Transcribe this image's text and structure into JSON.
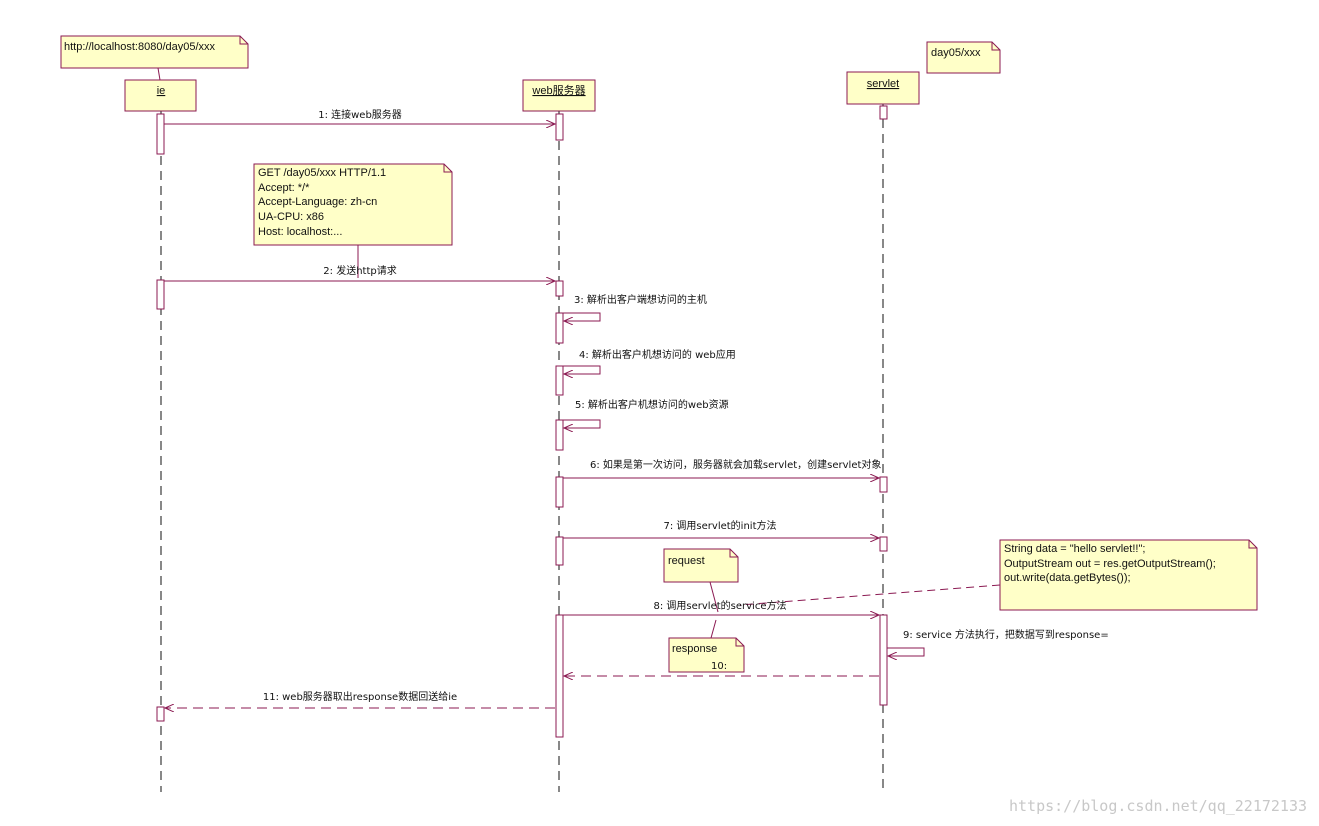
{
  "colors": {
    "line": "#8b1a52",
    "note_fill": "#ffffc8",
    "note_stroke": "#8b1a52",
    "lifeline": "#111111",
    "activation_fill": "#ffffff"
  },
  "notes": {
    "url_note": "http://localhost:8080/day05/xxx",
    "path_note": "day05/xxx",
    "http_request_note": [
      "GET /day05/xxx HTTP/1.1",
      "Accept: */*",
      "Accept-Language: zh-cn",
      "UA-CPU: x86",
      "Host: localhost:..."
    ],
    "code_note": [
      "String data = \"hello servlet!!\";",
      "OutputStream out = res.getOutputStream();",
      "out.write(data.getBytes());"
    ],
    "request_note": "request",
    "response_note": "response",
    "response_note_num": "10:"
  },
  "participants": {
    "ie": "ie",
    "web_server": "web服务器",
    "servlet": "servlet"
  },
  "messages": {
    "m1": "1: 连接web服务器",
    "m2": "2: 发送http请求",
    "m3": "3: 解析出客户端想访问的主机",
    "m4": "4: 解析出客户机想访问的 web应用",
    "m5": "5: 解析出客户机想访问的web资源",
    "m6": "6: 如果是第一次访问，服务器就会加载servlet，创建servlet对象",
    "m7": "7: 调用servlet的init方法",
    "m8": "8: 调用servlet的service方法",
    "m9": "9: service 方法执行，把数据写到response=",
    "m11": "11: web服务器取出response数据回送给ie"
  },
  "watermark": "https://blog.csdn.net/qq_22172133"
}
